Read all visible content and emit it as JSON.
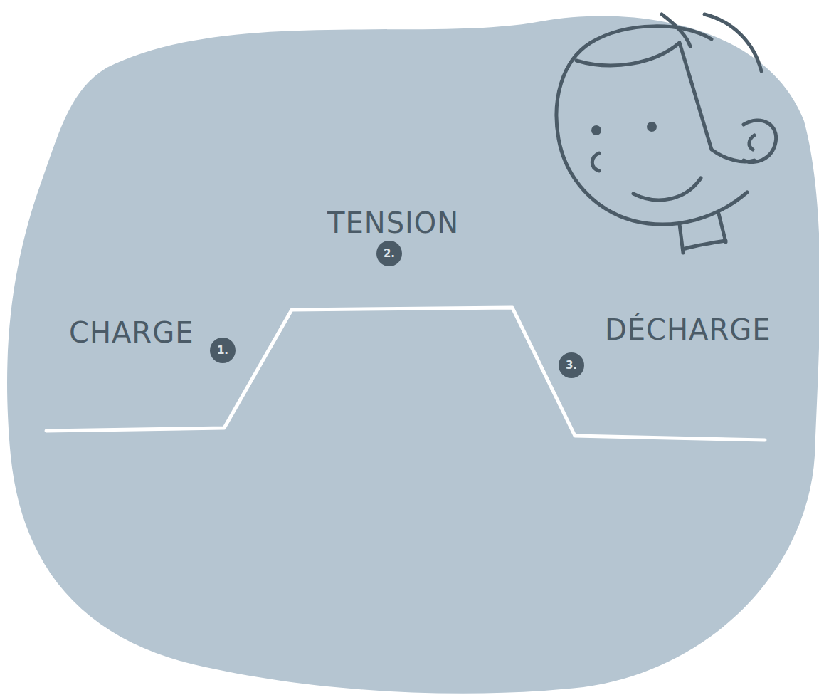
{
  "diagram": {
    "labels": [
      "CHARGE",
      "1.",
      "TENSION",
      "2.",
      "DÉCHARGE",
      "3."
    ]
  }
}
